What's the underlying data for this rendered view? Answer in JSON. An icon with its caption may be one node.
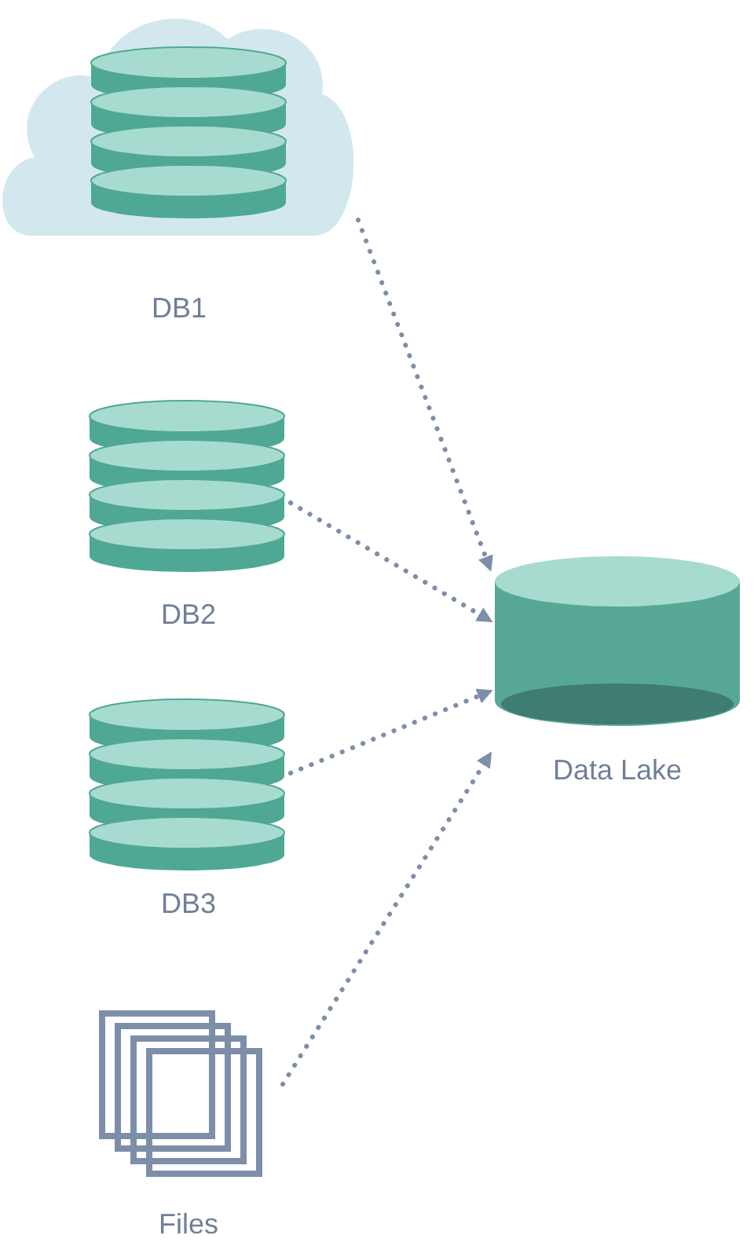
{
  "diagram": {
    "nodes": [
      {
        "text": [
          "DB1"
        ]
      },
      {
        "text": [
          "DB2"
        ]
      },
      {
        "text": [
          "DB3"
        ]
      },
      {
        "text": [
          "Files"
        ]
      },
      {
        "text": [
          "Data Lake"
        ]
      }
    ],
    "edges": [
      {
        "from": 0,
        "to": 4,
        "arrow": "to",
        "style": "dashed"
      },
      {
        "from": 1,
        "to": 4,
        "arrow": "to",
        "style": "dashed"
      },
      {
        "from": 2,
        "to": 4,
        "arrow": "to",
        "style": "dashed"
      },
      {
        "from": 3,
        "to": 4,
        "arrow": "to",
        "style": "dashed"
      }
    ]
  }
}
